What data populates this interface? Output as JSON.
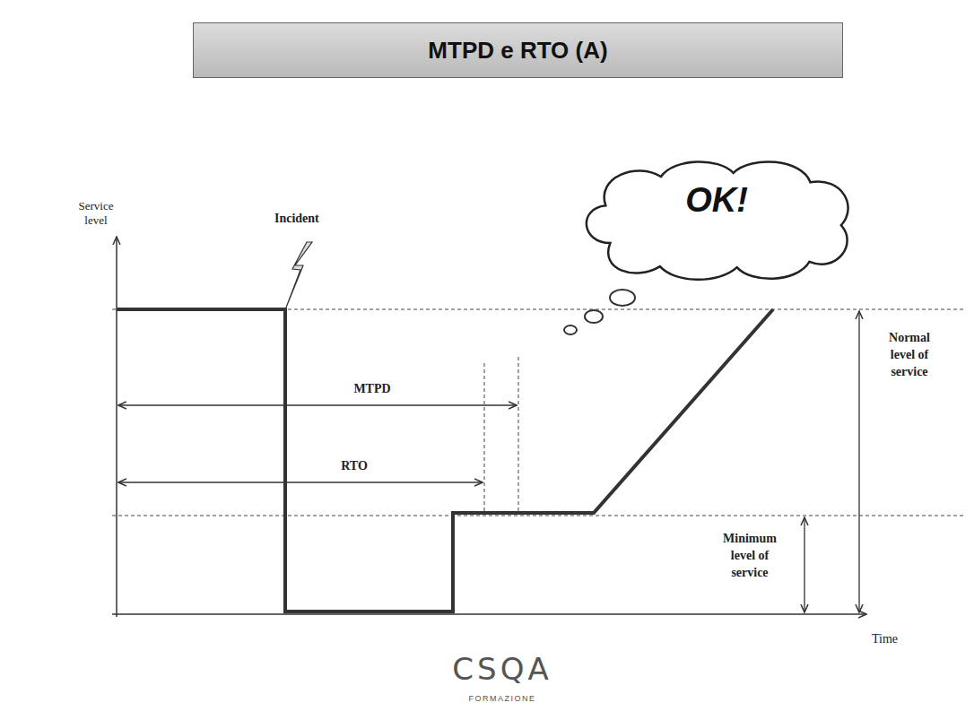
{
  "diagram": {
    "title": "MTPD e RTO (A)",
    "nodes": [
      {
        "text": [
          "OK!"
        ]
      }
    ],
    "labels": [
      "Service level",
      "Incident",
      "MTPD",
      "RTO",
      "Normal level of service",
      "Minimum level of service",
      "Time",
      "CSQA",
      "FORMAZIONE"
    ]
  }
}
